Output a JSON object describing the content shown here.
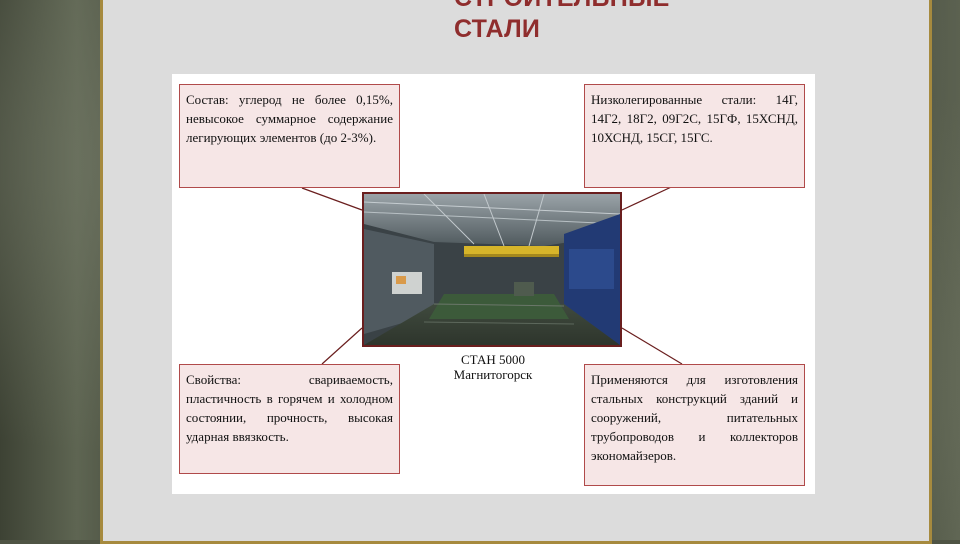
{
  "slide": {
    "title": "СТРОИТЕЛЬНЫЕ\nСТАЛИ"
  },
  "callouts": {
    "composition": "Состав: углерод не более 0,15%, невысокое суммарное содержание легирующих элементов (до 2-3%).",
    "low_alloy": "Низколегированные стали: 14Г, 14Г2, 18Г2, 09Г2С, 15ГФ, 15ХСНД, 10ХСНД, 15СГ, 15ГС.",
    "properties": "Свойства: свариваемость, пластичность в горячем и холодном состоянии, прочность, высокая ударная ввязкость.",
    "applications": "Применяются для изготовления стальных конструкций зданий и сооружений, питательных трубопроводов и коллекторов экономайзеров."
  },
  "photo": {
    "caption_line1": "СТАН 5000",
    "caption_line2": "Магнитогорск"
  },
  "colors": {
    "title": "#8f2d2d",
    "callout_border": "#b04a4a",
    "callout_fill": "#f6e6e6",
    "panel_border": "#a68a3e"
  }
}
